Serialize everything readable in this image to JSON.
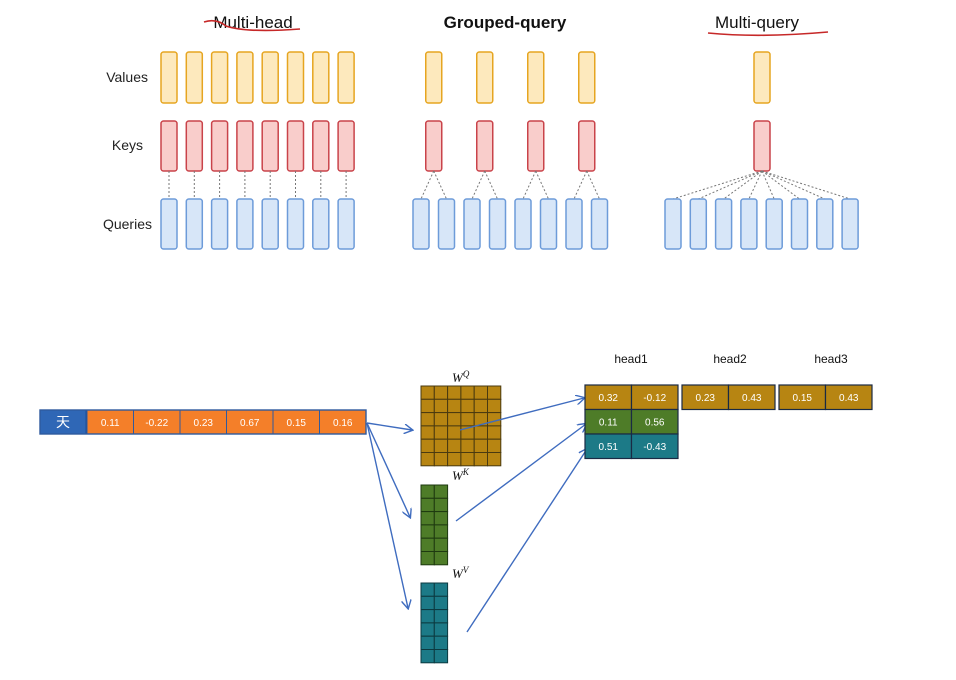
{
  "attention_types": {
    "multi_head": {
      "title": "Multi-head",
      "kv_groups": 8,
      "queries": 8
    },
    "grouped_query": {
      "title": "Grouped-query",
      "kv_groups": 4,
      "queries": 8
    },
    "multi_query": {
      "title": "Multi-query",
      "kv_groups": 1,
      "queries": 8
    }
  },
  "row_labels": {
    "values": "Values",
    "keys": "Keys",
    "queries": "Queries"
  },
  "colors": {
    "values_fill": "#fde9bd",
    "values_stroke": "#e6a520",
    "keys_fill": "#f9cdcb",
    "keys_stroke": "#c9434a",
    "queries_fill": "#d7e6f8",
    "queries_stroke": "#6d9bd9",
    "token_blue": "#2f67b6",
    "embed_orange": "#f47f29",
    "wq": "#b78512",
    "wk": "#4e7c28",
    "wv": "#1c7a87",
    "arrow": "#3f6cbf",
    "underline": "#c62828"
  },
  "embedding": {
    "token": "天",
    "values": [
      "0.11",
      "-0.22",
      "0.23",
      "0.67",
      "0.15",
      "0.16"
    ]
  },
  "weights": {
    "wq": {
      "base": "W",
      "sup": "Q"
    },
    "wk": {
      "base": "W",
      "sup": "K"
    },
    "wv": {
      "base": "W",
      "sup": "V"
    }
  },
  "heads": [
    {
      "label": "head1",
      "q": [
        "0.32",
        "-0.12"
      ],
      "k": [
        "0.11",
        "0.56"
      ],
      "v": [
        "0.51",
        "-0.43"
      ]
    },
    {
      "label": "head2",
      "q": [
        "0.23",
        "0.43"
      ]
    },
    {
      "label": "head3",
      "q": [
        "0.15",
        "0.43"
      ]
    }
  ]
}
